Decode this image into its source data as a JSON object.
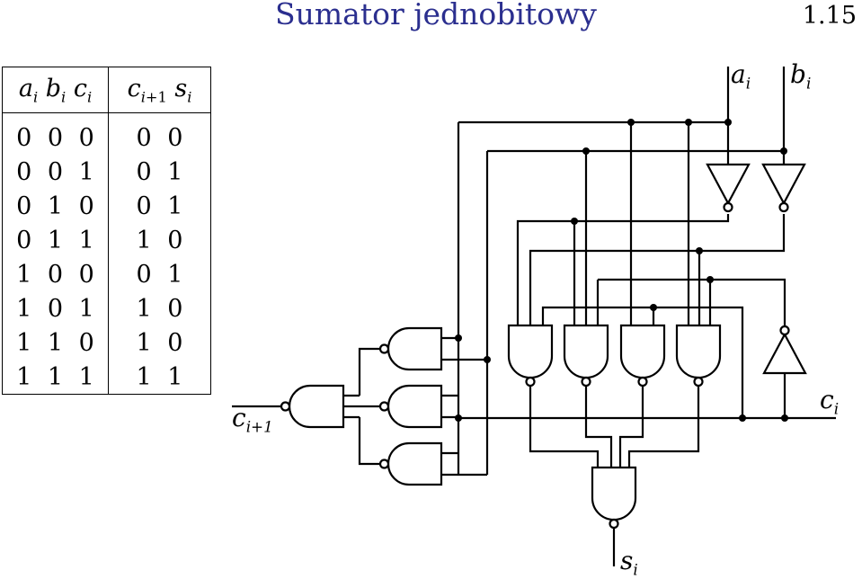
{
  "header": {
    "title": "Sumator jednobitowy",
    "slide_number": "1.15"
  },
  "truth_table": {
    "input_header": "a_i b_i c_i",
    "output_header": "c_{i+1} s_i",
    "rows": [
      {
        "inputs": "0 0 0",
        "outputs": "0 0"
      },
      {
        "inputs": "0 0 1",
        "outputs": "0 1"
      },
      {
        "inputs": "0 1 0",
        "outputs": "0 1"
      },
      {
        "inputs": "0 1 1",
        "outputs": "1 0"
      },
      {
        "inputs": "1 0 0",
        "outputs": "0 1"
      },
      {
        "inputs": "1 0 1",
        "outputs": "1 0"
      },
      {
        "inputs": "1 1 0",
        "outputs": "1 0"
      },
      {
        "inputs": "1 1 1",
        "outputs": "1 1"
      }
    ]
  },
  "circuit": {
    "labels": {
      "a": {
        "base": "a",
        "sub": "i"
      },
      "b": {
        "base": "b",
        "sub": "i"
      },
      "c": {
        "base": "c",
        "sub": "i"
      },
      "carry": {
        "base": "c",
        "sub": "i+1"
      },
      "sum": {
        "base": "s",
        "sub": "i"
      }
    },
    "gates": [
      {
        "type": "NAND"
      },
      {
        "type": "NAND"
      },
      {
        "type": "NAND"
      },
      {
        "type": "NAND"
      },
      {
        "type": "NAND"
      },
      {
        "type": "NAND"
      },
      {
        "type": "NAND"
      },
      {
        "type": "NAND"
      },
      {
        "type": "NAND"
      },
      {
        "type": "NOT"
      },
      {
        "type": "NOT"
      },
      {
        "type": "NOT"
      }
    ]
  }
}
